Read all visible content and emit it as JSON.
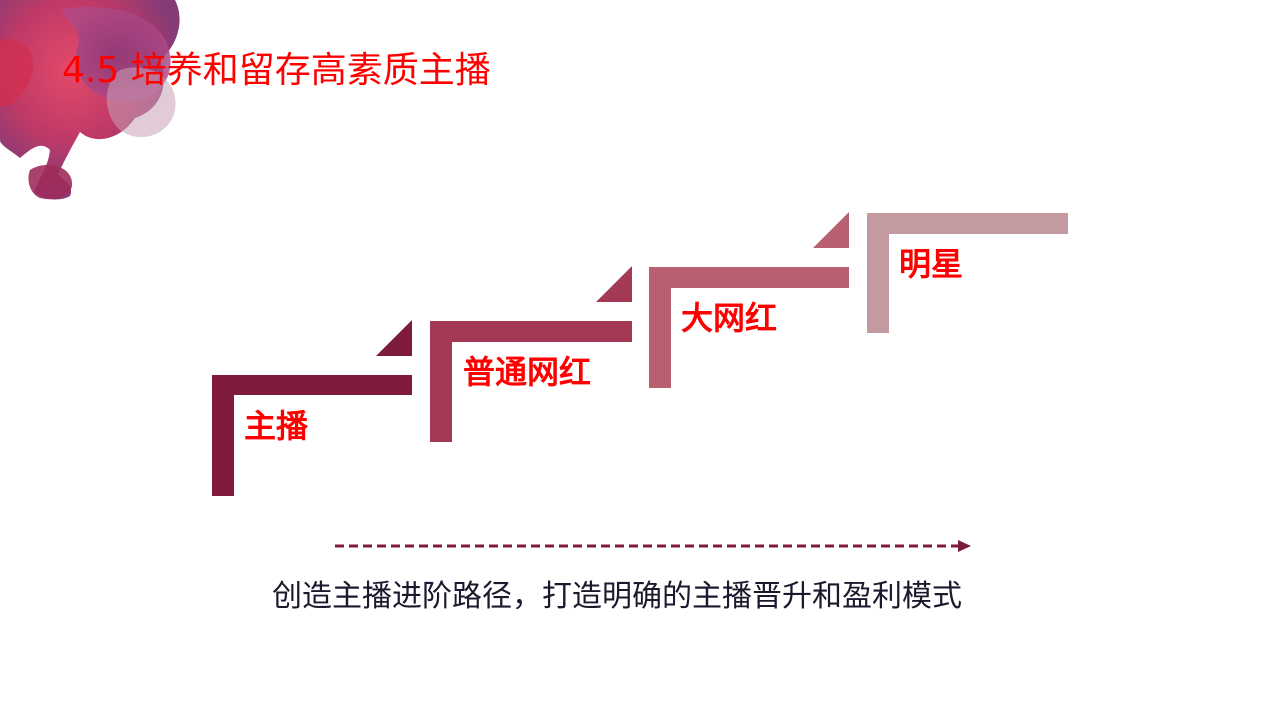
{
  "slide": {
    "title": "4.5 培养和留存高素质主播"
  },
  "steps": [
    {
      "label": "主播",
      "color": "#7e1b3c"
    },
    {
      "label": "普通网红",
      "color": "#a33955"
    },
    {
      "label": "大网红",
      "color": "#b8606f"
    },
    {
      "label": "明星",
      "color": "#c29a9f"
    }
  ],
  "caption": "创造主播进阶路径，打造明确的主播晋升和盈利模式",
  "colors": {
    "title": "#ff0000",
    "label": "#ff0000",
    "arrow": "#7e1b3c",
    "caption": "#1a1a2e"
  }
}
